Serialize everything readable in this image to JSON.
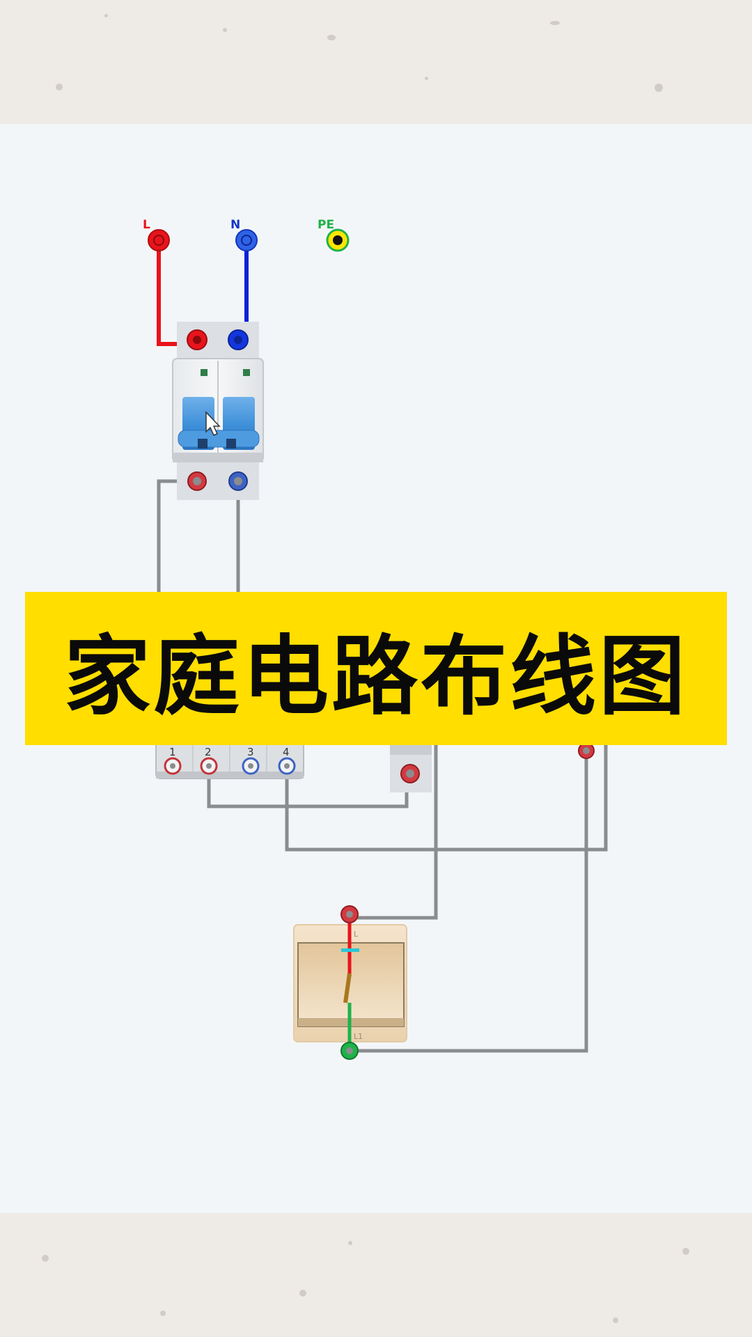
{
  "banner": {
    "title": "家庭电路布线图"
  },
  "terminals": {
    "live": "L",
    "neutral": "N",
    "earth": "PE"
  },
  "terminal_block": {
    "labels": [
      "1",
      "2",
      "3",
      "4"
    ]
  },
  "switch": {
    "in_label": "L",
    "out_label": "L1"
  },
  "colors": {
    "live": "#e8141b",
    "neutral": "#0a22d8",
    "earth": "#1fb24a",
    "wire_gray": "#8a8c8e",
    "breaker_blue": "#3d8fd8",
    "banner": "#ffde00",
    "switch_beige": "#ecd6b4"
  }
}
